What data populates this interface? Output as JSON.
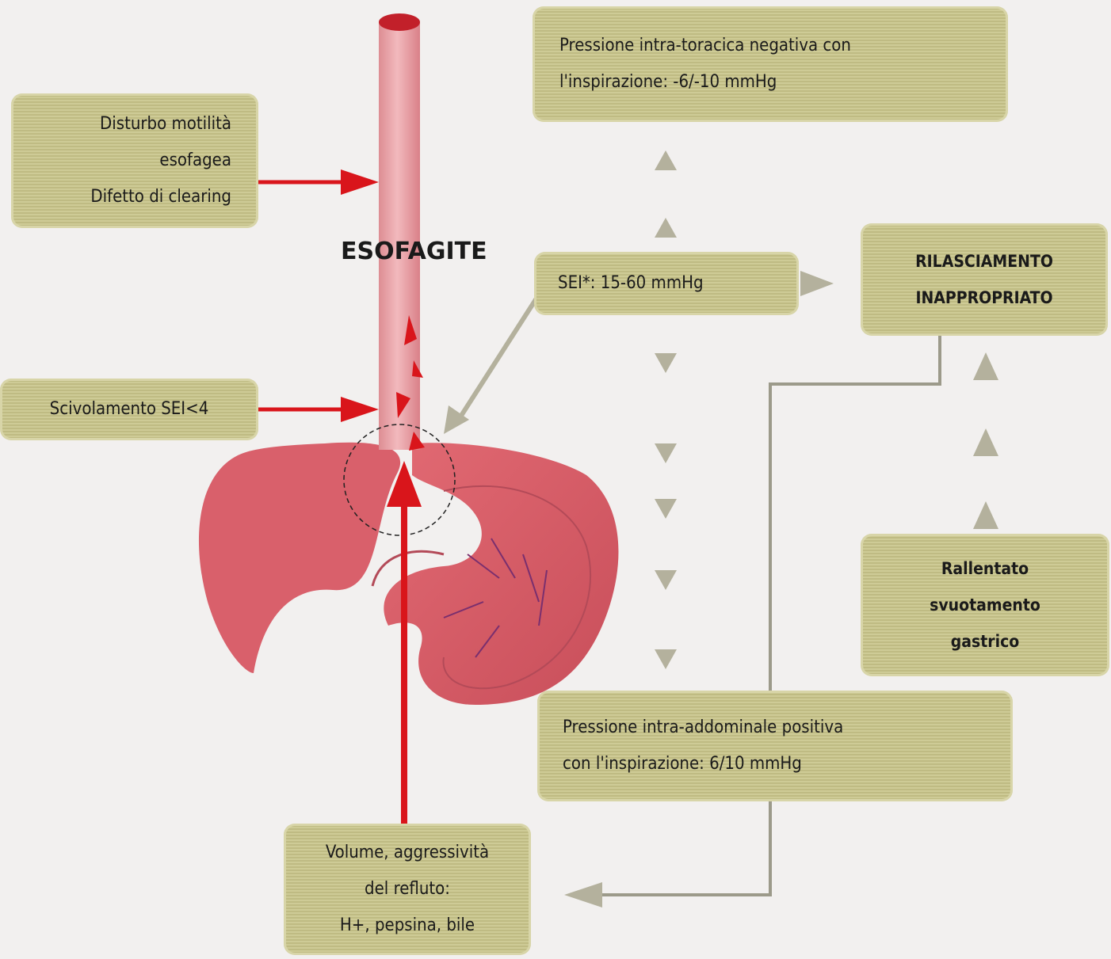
{
  "diagram": {
    "center_label": "ESOFAGITE",
    "boxes": {
      "motility": [
        "Disturbo motilità",
        "esofagea",
        "Difetto di clearing"
      ],
      "sliding": [
        "Scivolamento SEI<4"
      ],
      "intrathoracic": [
        "Pressione intra-toracica negativa con",
        "l'inspirazione: -6/-10 mmHg"
      ],
      "sei": [
        "SEI*: 15-60 mmHg"
      ],
      "relaxation": [
        "RILASCIAMENTO",
        "INAPPROPRIATO"
      ],
      "emptying": [
        "Rallentato",
        "svuotamento",
        "gastrico"
      ],
      "intraabdominal": [
        "Pressione intra-addominale positiva",
        "con l'inspirazione: 6/10 mmHg"
      ],
      "reflux": [
        "Volume, aggressività",
        "del refluto:",
        "H+, pepsina, bile"
      ]
    },
    "colors": {
      "box_fill": "#c9c58a",
      "arrow_red": "#d9151b",
      "arrow_grey": "#b4b19d",
      "esophagus": "#e8a2a6",
      "stomach": "#d9656e"
    }
  }
}
